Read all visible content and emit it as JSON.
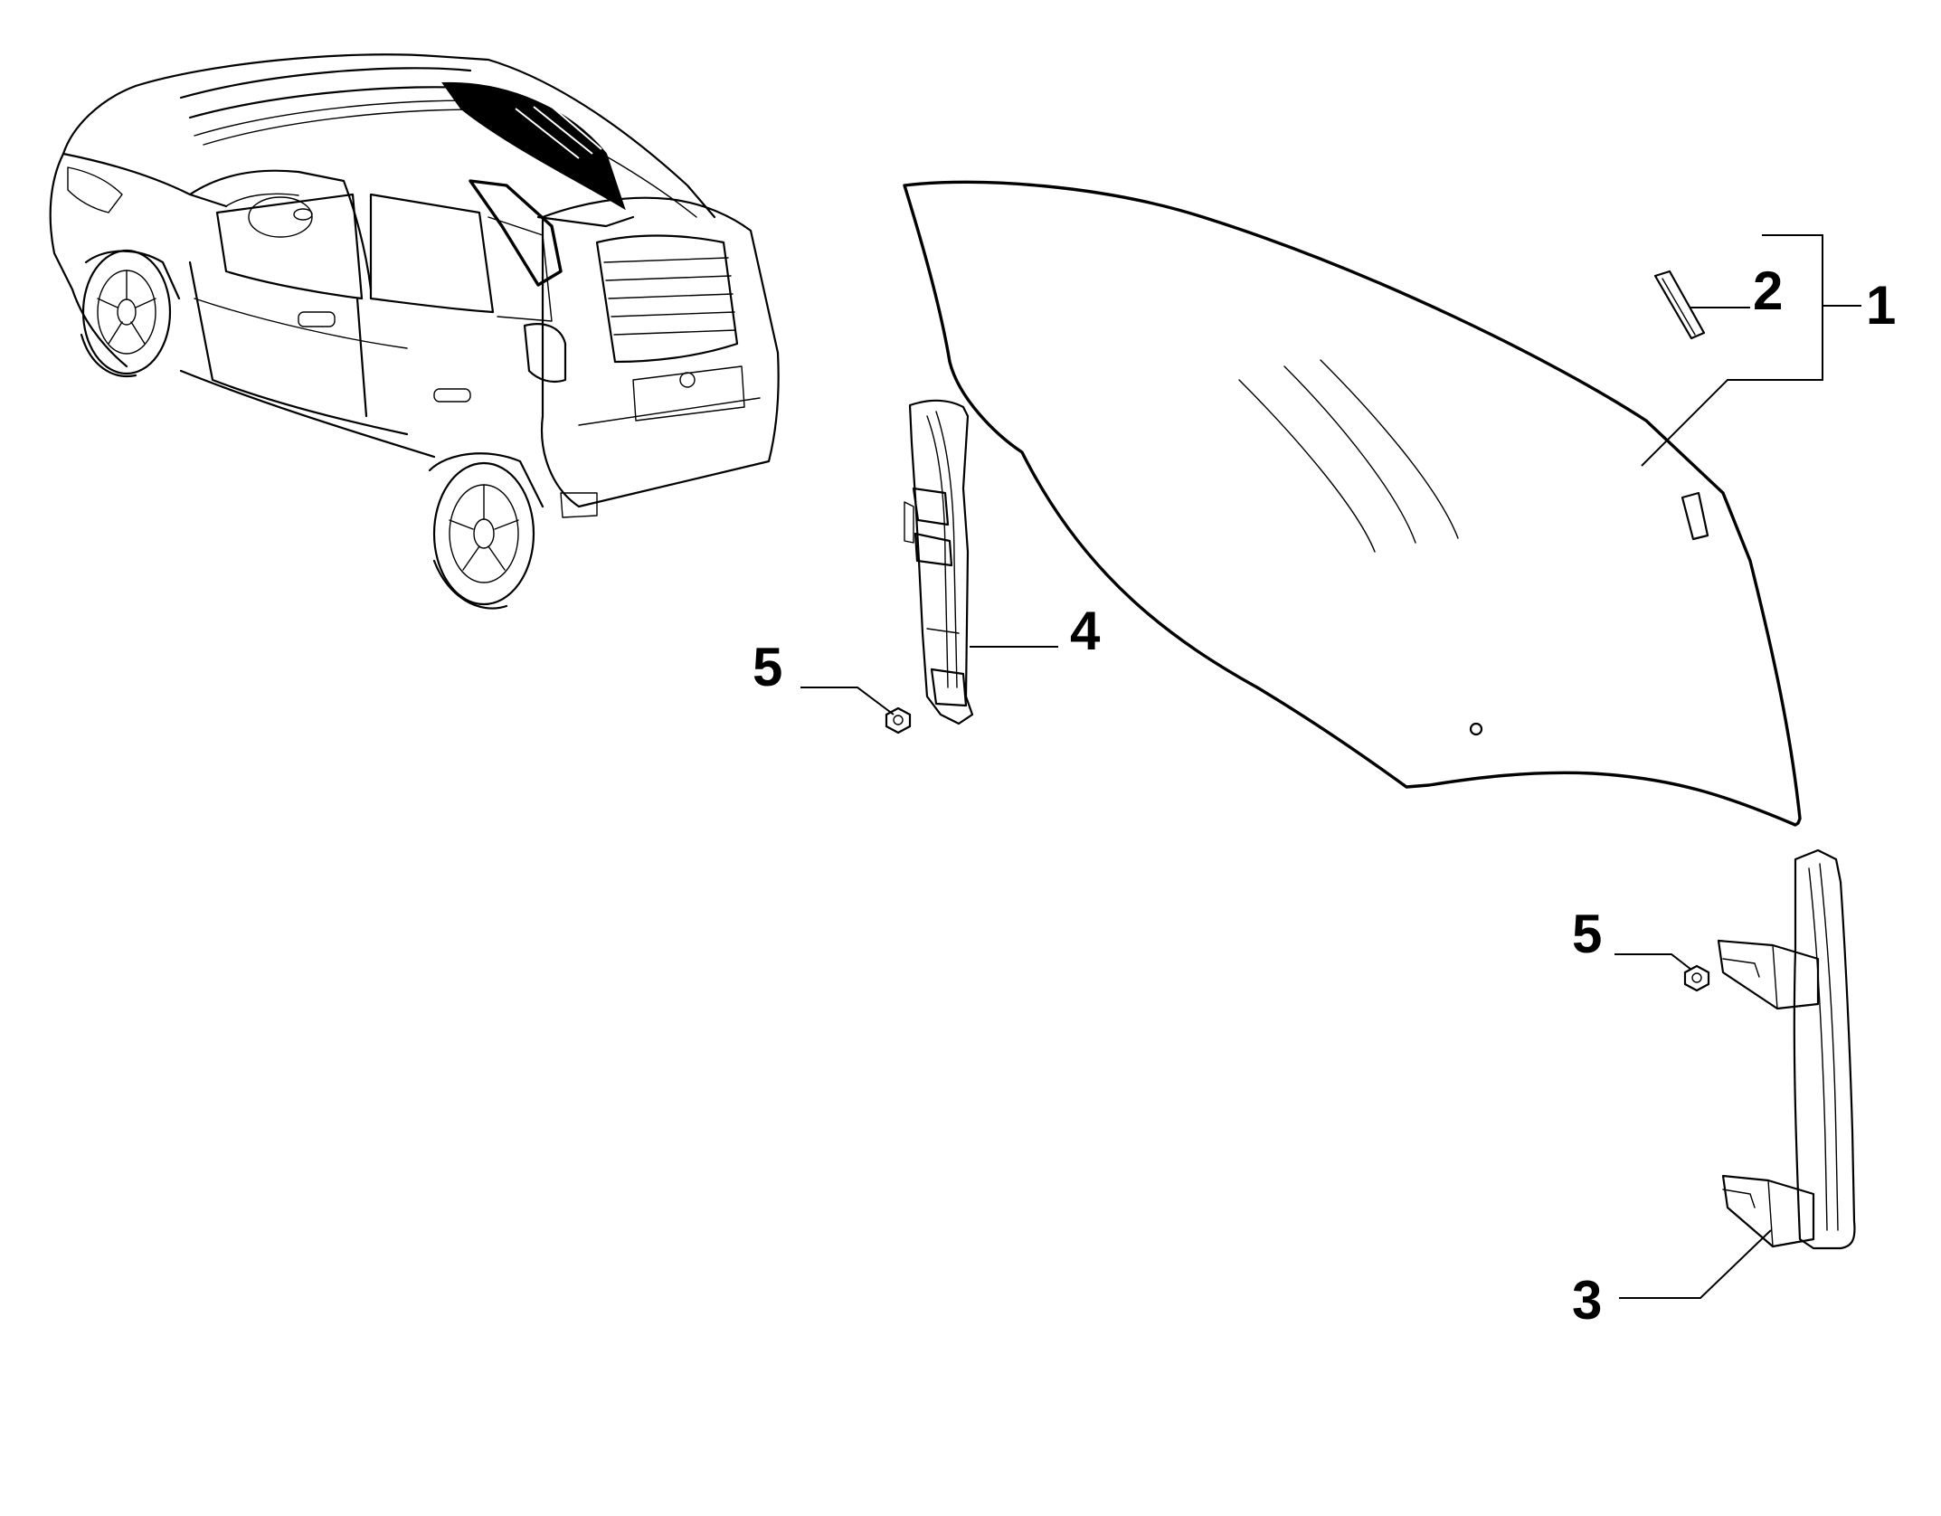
{
  "callouts": [
    {
      "id": "1",
      "label": "1",
      "part": "door-glass-assembly"
    },
    {
      "id": "2",
      "label": "2",
      "part": "glass-clip"
    },
    {
      "id": "3",
      "label": "3",
      "part": "rear-window-guide-channel"
    },
    {
      "id": "4",
      "label": "4",
      "part": "front-window-guide-channel"
    },
    {
      "id": "5a",
      "label": "5",
      "part": "nut"
    },
    {
      "id": "5b",
      "label": "5",
      "part": "nut"
    }
  ],
  "colors": {
    "ink": "#000000",
    "background": "#ffffff",
    "glass_tint": "#000000"
  }
}
